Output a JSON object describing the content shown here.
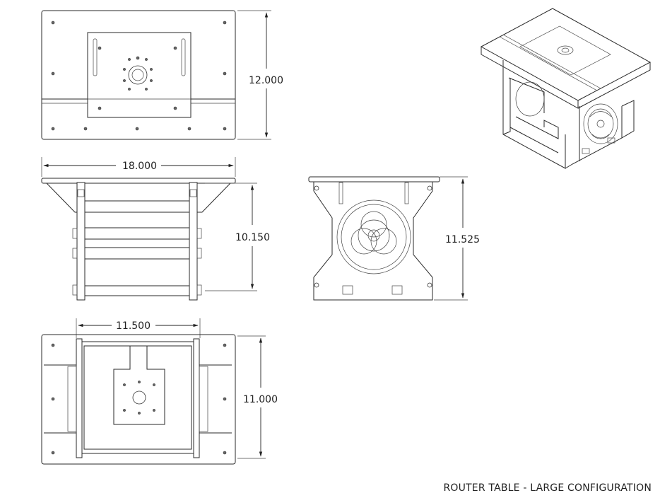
{
  "drawing": {
    "title": "ROUTER TABLE - LARGE CONFIGURATION",
    "dimensions": {
      "top_view_height": "12.000",
      "front_view_width": "18.000",
      "front_view_height": "10.150",
      "side_view_height": "11.525",
      "bottom_view_inner_width": "11.500",
      "bottom_view_height": "11.000"
    },
    "views": [
      "top-view",
      "front-view",
      "side-view",
      "bottom-view",
      "isometric-view"
    ],
    "symbol_icon": "biohazard-icon"
  }
}
